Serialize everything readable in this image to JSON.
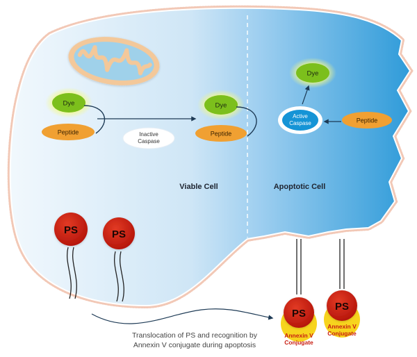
{
  "diagram": {
    "labels": {
      "dye": "Dye",
      "peptide": "Peptide",
      "inactive_caspase_line1": "Inactive",
      "inactive_caspase_line2": "Caspase",
      "active_caspase_line1": "Active",
      "active_caspase_line2": "Caspase",
      "viable_cell": "Viable Cell",
      "apoptotic_cell": "Apoptotic Cell",
      "ps": "PS",
      "annexin_line1": "Annexin V",
      "annexin_line2": "Conjugate"
    },
    "caption_line1": "Translocation of PS and recognition by",
    "caption_line2": "Annexin V conjugate during apoptosis",
    "colors": {
      "dye_green": "#7cbf1c",
      "peptide_orange": "#f0a032",
      "ps_red": "#cc1e10",
      "annexin_yellow": "#f7d41e",
      "annexin_text": "#c81e12",
      "cell_light": "#e6f2fb",
      "cell_dark": "#3aa2dc",
      "mitochondria_orange": "#f3c89a",
      "mitochondria_blue": "#9fd1ea"
    }
  }
}
